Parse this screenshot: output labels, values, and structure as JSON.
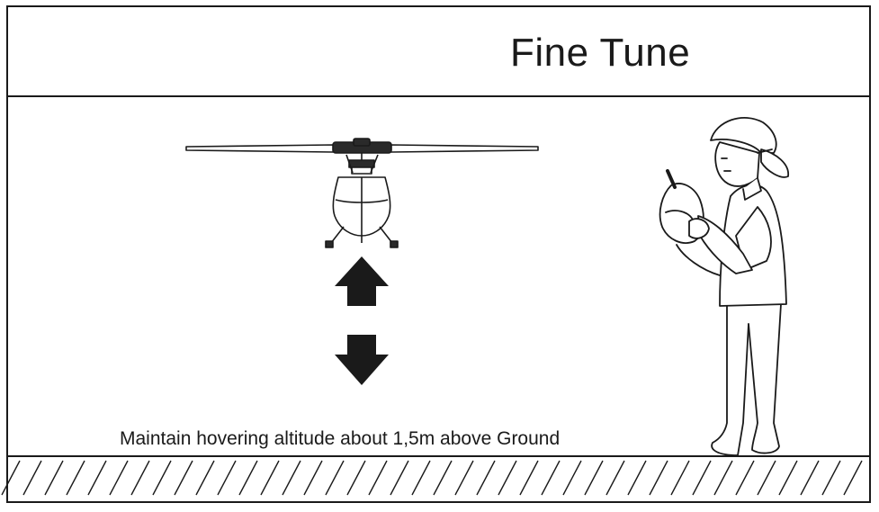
{
  "title": "Fine Tune",
  "caption": "Maintain hovering altitude about 1,5m above Ground",
  "icons": {
    "helicopter": "helicopter-icon",
    "up_arrow": "arrow-up-icon",
    "down_arrow": "arrow-down-icon",
    "pilot": "pilot-with-transmitter-icon",
    "ground": "ground-hatching"
  },
  "colors": {
    "line": "#1a1a1a",
    "background": "#ffffff"
  }
}
